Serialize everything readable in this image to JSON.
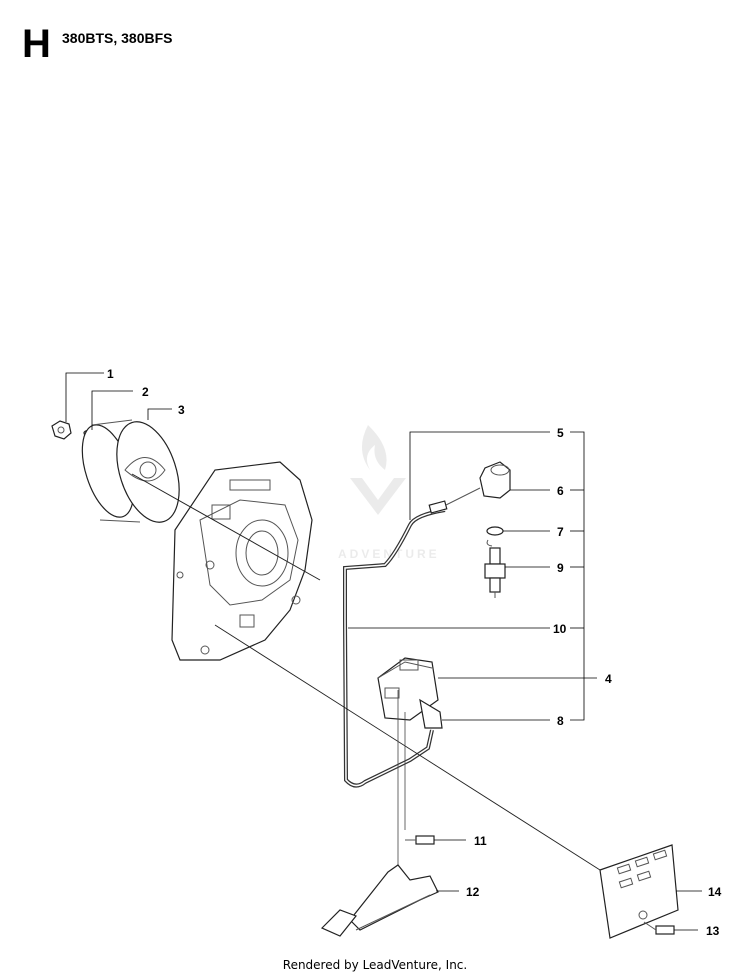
{
  "header": {
    "section_letter": "H",
    "models": "380BTS, 380BFS"
  },
  "watermark": {
    "text": "ADVENTURE"
  },
  "callouts": [
    "1",
    "2",
    "3",
    "5",
    "6",
    "7",
    "9",
    "10",
    "4",
    "8",
    "11",
    "12",
    "14",
    "13"
  ],
  "footer": {
    "text": "Rendered by LeadVenture, Inc."
  }
}
